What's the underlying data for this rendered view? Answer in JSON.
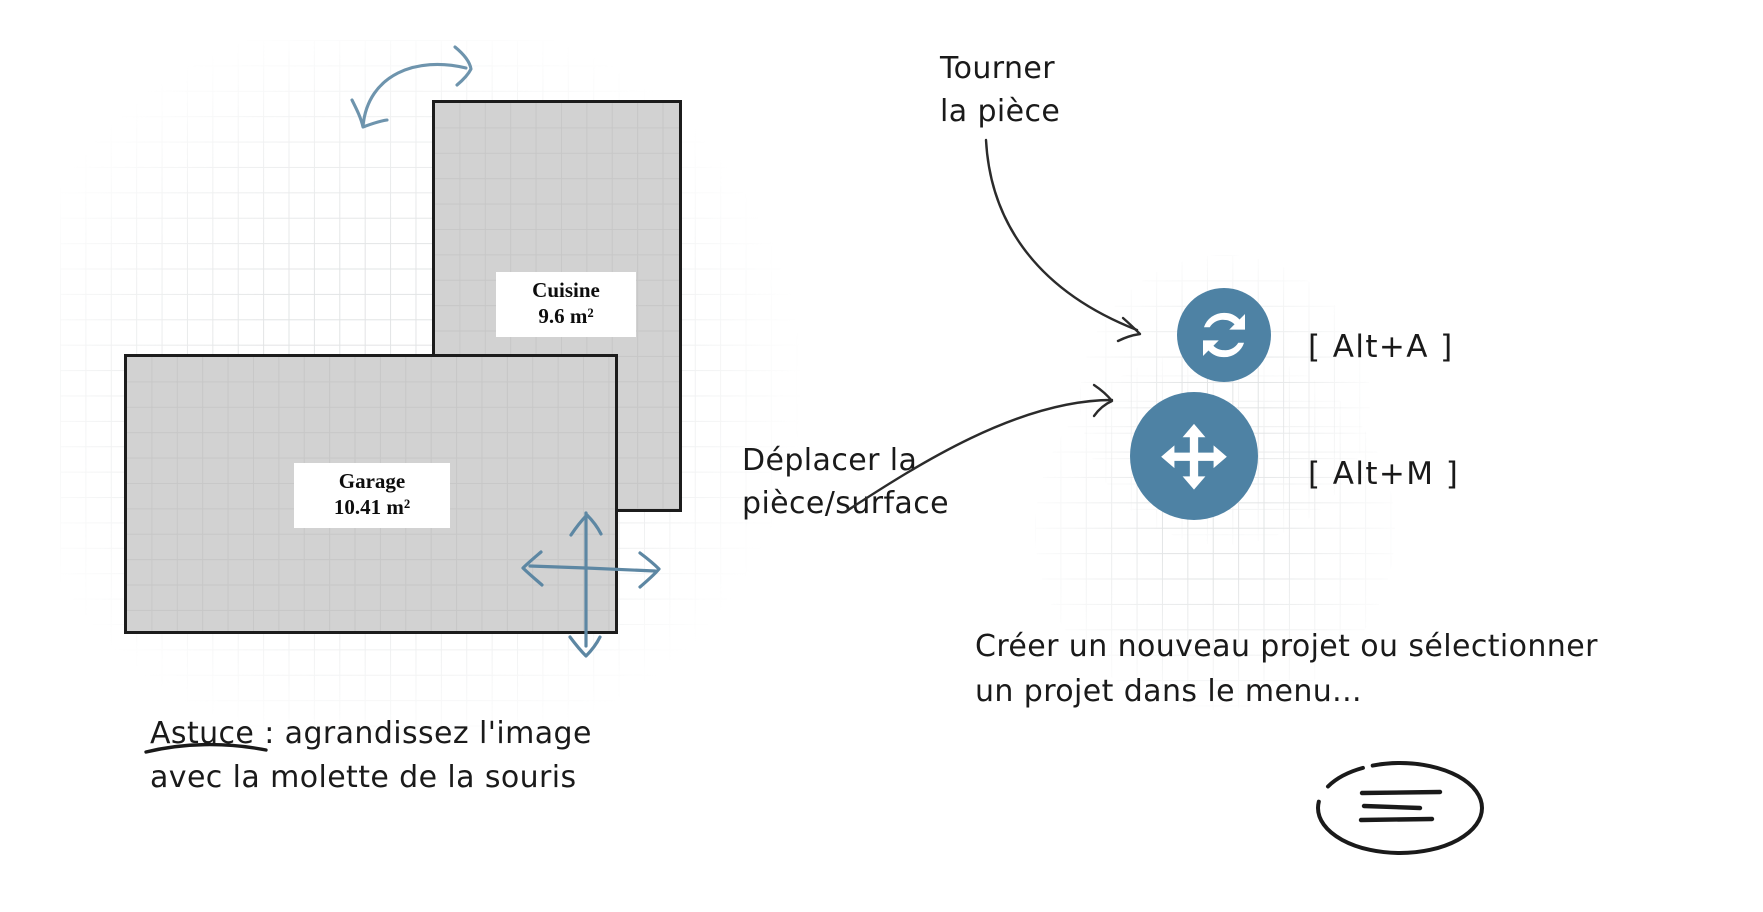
{
  "floorplan": {
    "rooms": [
      {
        "name": "Cuisine",
        "area": "9.6 m²"
      },
      {
        "name": "Garage",
        "area": "10.41 m²"
      }
    ],
    "tip": "Astuce : agrandissez l'image\navec la molette de la souris",
    "tip_underlined_word": "Astuce",
    "rotate_hint_icon": "curved-rotation-arrow",
    "move_hint_icon": "four-way-move-cross",
    "grid_color": "#e2e4e5",
    "room_fill": "#d2d2d2",
    "room_border": "#1c1c1c",
    "hint_color": "#6e94ad"
  },
  "tools": {
    "rotate": {
      "caption": "Tourner\nla pièce",
      "shortcut": "[ Alt+A ]",
      "icon": "rotate-icon",
      "color": "#4e82a4"
    },
    "move": {
      "caption": "Déplacer la\npièce/surface",
      "shortcut": "[ Alt+M ]",
      "icon": "move-icon",
      "color": "#4e82a4"
    }
  },
  "project": {
    "caption": "Créer un nouveau projet ou sélectionner\nun projet dans le menu...",
    "menu_icon": "hamburger-menu-icon"
  }
}
